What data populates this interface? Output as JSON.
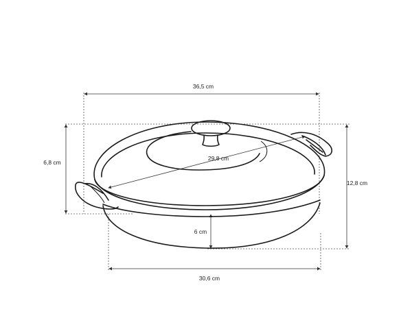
{
  "dimensions": {
    "overall_width": "36,5 cm",
    "lid_diameter": "29,8 cm",
    "body_height": "6,8 cm",
    "total_height": "12,8 cm",
    "inner_depth": "6 cm",
    "base_width": "30,6 cm"
  },
  "icons": {
    "product": "covered-braiser-pan-drawing"
  }
}
